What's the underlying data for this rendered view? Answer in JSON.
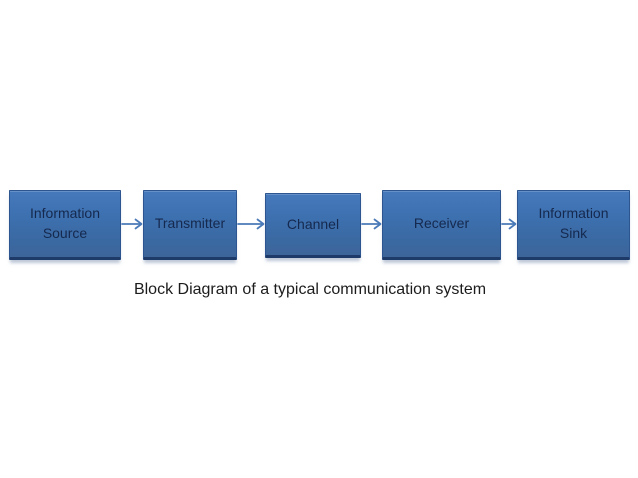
{
  "diagram": {
    "blocks": [
      {
        "label": "Information Source"
      },
      {
        "label": "Transmitter"
      },
      {
        "label": "Channel"
      },
      {
        "label": "Receiver"
      },
      {
        "label": "Information Sink"
      }
    ],
    "arrows": [
      "information-source-to-transmitter",
      "transmitter-to-channel",
      "channel-to-receiver",
      "receiver-to-information-sink"
    ],
    "caption": "Block Diagram of a typical communication system",
    "colors": {
      "background": "#ffffff",
      "box_fill_top": "#4579bc",
      "box_fill_bottom": "#3d659a",
      "box_border": "#1d3a68",
      "box_text": "#15294e",
      "arrow": "#4b7ab8",
      "caption_text": "#1c1c1c"
    }
  }
}
